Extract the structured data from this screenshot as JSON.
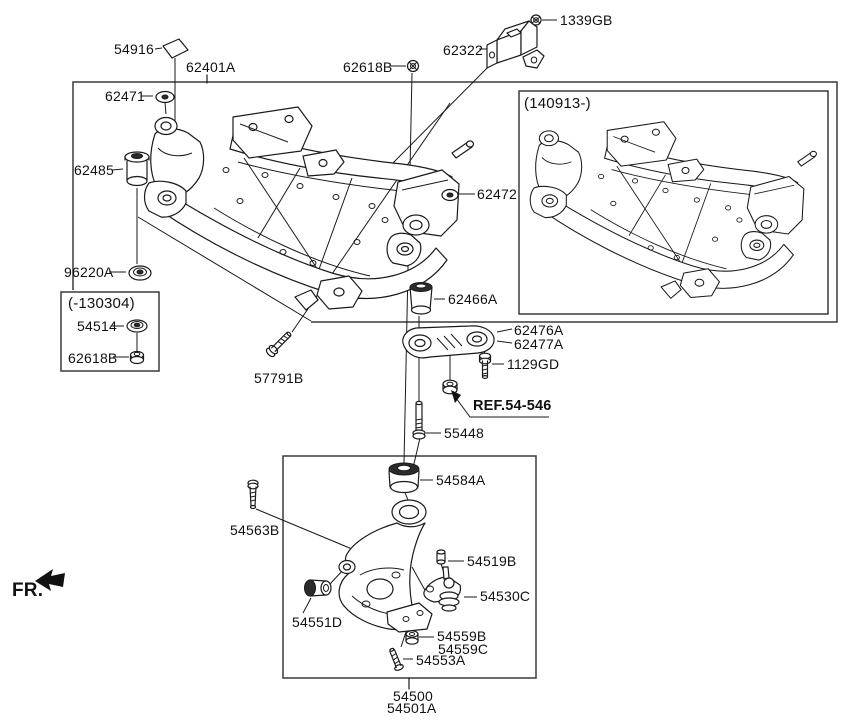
{
  "figure": {
    "type": "exploded-parts-diagram",
    "subject": "Front crossmember and lower control arm"
  },
  "notes": {
    "inset_range": "(140913-)",
    "legacy_range": "(-130304)",
    "direction": "FR.",
    "reference": "REF.54-546"
  },
  "parts": {
    "p54916": "54916",
    "p62401A": "62401A",
    "p1339GB": "1339GB",
    "p62322": "62322",
    "p62618B_top": "62618B",
    "p62471": "62471",
    "p62472": "62472",
    "p62485": "62485",
    "p96220A": "96220A",
    "p54514": "54514",
    "p62618B_legacy": "62618B",
    "p62466A": "62466A",
    "p62476A": "62476A",
    "p62477A": "62477A",
    "p1129GD": "1129GD",
    "p55448": "55448",
    "p57791B": "57791B",
    "p54563B": "54563B",
    "p54584A": "54584A",
    "p54519B": "54519B",
    "p54530C": "54530C",
    "p54551D": "54551D",
    "p54559B": "54559B",
    "p54559C": "54559C",
    "p54553A": "54553A",
    "p54500": "54500",
    "p54501A": "54501A"
  },
  "icons": {
    "crossmember": "crossmember-line-art",
    "control_arm": "lower-arm-line-art",
    "bolt": "bolt-icon",
    "nut": "flange-nut-icon",
    "washer": "washer-icon",
    "bushing": "bushing-icon",
    "ball_joint": "ball-joint-icon",
    "bracket": "roll-stopper-bracket-icon",
    "shim": "shim-plate-icon",
    "fr_arrow": "front-direction-arrow"
  },
  "colors": {
    "line": "#1a1a1a",
    "box": "#3a3a3a",
    "background": "#ffffff",
    "text": "#111111"
  }
}
